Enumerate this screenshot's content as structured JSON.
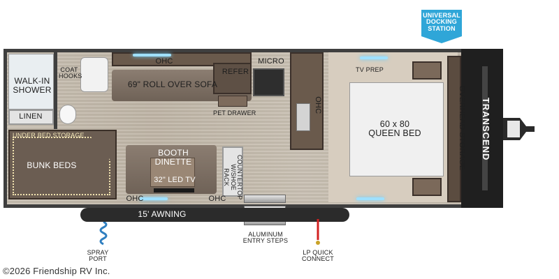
{
  "labels": {
    "walk_in_shower": "WALK-IN\nSHOWER",
    "coat_hooks": "COAT\nHOOKS",
    "ohc_top": "OHC",
    "sofa": "69\" ROLL OVER SOFA",
    "refer": "REFER",
    "micro": "MICRO",
    "tv_prep": "TV PREP",
    "ohc_kitchen": "OHC",
    "pet_drawer": "PET DRAWER",
    "linen": "LINEN",
    "under_bed_storage": "UNDER BED STORAGE",
    "bunk_beds": "BUNK BEDS",
    "booth_dinette": "BOOTH\nDINETTE",
    "led_tv": "32\" LED TV",
    "counter_top": "COUNTERTOP\nW/SHOE RACK",
    "ohc_bottom_left": "OHC",
    "ohc_bottom_right": "OHC",
    "queen_bed": "60 x 80\nQUEEN BED",
    "overhead_storage": "OVERHEAD STORAGE",
    "universal_docking": "UNIVERSAL\nDOCKING\nSTATION",
    "awning": "15' AWNING",
    "spray_port": "SPRAY\nPORT",
    "entry_steps": "ALUMINUM\nENTRY STEPS",
    "lp_quick_connect": "LP QUICK\nCONNECT",
    "brand": "TRANSCEND",
    "copyright": "©2026 Friendship RV Inc."
  },
  "colors": {
    "docking_badge": "#2fa6d8",
    "awning_bar": "#2b2b2b",
    "spray_hose": "#2f7fc0",
    "lp_line": "#d32222"
  }
}
